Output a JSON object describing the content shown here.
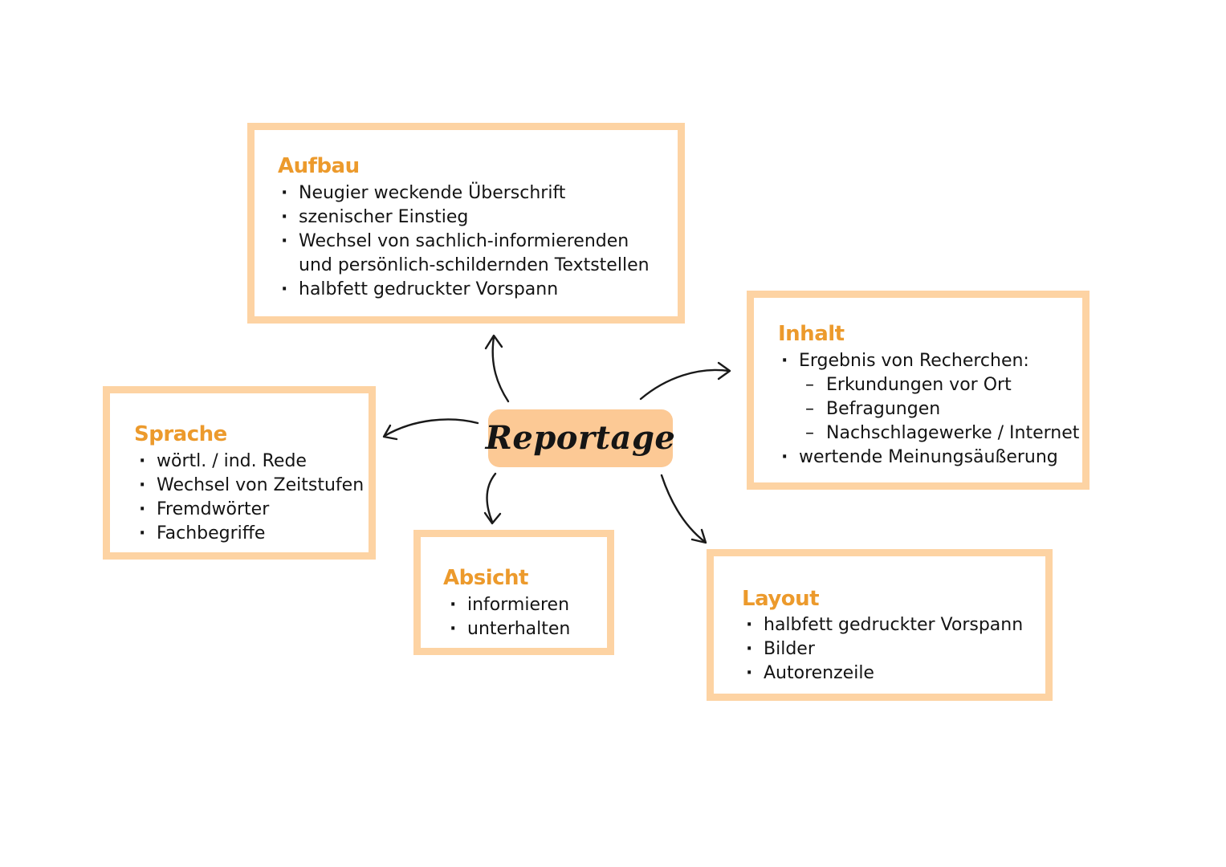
{
  "center": {
    "label": "Reportage"
  },
  "colors": {
    "box_border": "#fdd3a3",
    "center_fill": "#fcc995",
    "heading": "#ec9a2c",
    "text": "#141414"
  },
  "boxes": {
    "aufbau": {
      "title": "Aufbau",
      "items": [
        "Neugier weckende Überschrift",
        "szenischer Einstieg",
        "Wechsel von sachlich-informierenden",
        "und persönlich-schildernden Textstellen",
        "halbfett gedruckter Vorspann"
      ]
    },
    "inhalt": {
      "title": "Inhalt",
      "items": [
        "Ergebnis von Recherchen:",
        "Erkundungen vor Ort",
        "Befragungen",
        "Nachschlagewerke / Internet",
        "wertende Meinungsäußerung"
      ]
    },
    "sprache": {
      "title": "Sprache",
      "items": [
        "wörtl. / ind. Rede",
        "Wechsel von Zeitstufen",
        "Fremdwörter",
        "Fachbegriffe"
      ]
    },
    "absicht": {
      "title": "Absicht",
      "items": [
        "informieren",
        "unterhalten"
      ]
    },
    "layout": {
      "title": "Layout",
      "items": [
        "halbfett gedruckter Vorspann",
        "Bilder",
        "Autorenzeile"
      ]
    }
  }
}
